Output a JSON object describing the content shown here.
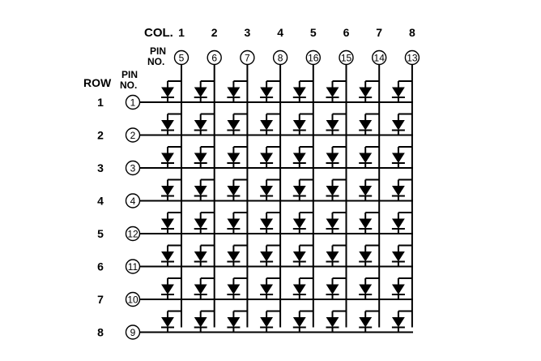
{
  "header": {
    "col_label": "COL.",
    "pin_label_line1": "PIN",
    "pin_label_line2": "NO.",
    "row_label": "ROW"
  },
  "columns": [
    {
      "index": "1",
      "pin": "5"
    },
    {
      "index": "2",
      "pin": "6"
    },
    {
      "index": "3",
      "pin": "7"
    },
    {
      "index": "4",
      "pin": "8"
    },
    {
      "index": "5",
      "pin": "16"
    },
    {
      "index": "6",
      "pin": "15"
    },
    {
      "index": "7",
      "pin": "14"
    },
    {
      "index": "8",
      "pin": "13"
    }
  ],
  "rows": [
    {
      "index": "1",
      "pin": "1"
    },
    {
      "index": "2",
      "pin": "2"
    },
    {
      "index": "3",
      "pin": "3"
    },
    {
      "index": "4",
      "pin": "4"
    },
    {
      "index": "5",
      "pin": "12"
    },
    {
      "index": "6",
      "pin": "11"
    },
    {
      "index": "7",
      "pin": "10"
    },
    {
      "index": "8",
      "pin": "9"
    }
  ],
  "colors": {
    "ink": "#000000",
    "background": "#ffffff"
  }
}
